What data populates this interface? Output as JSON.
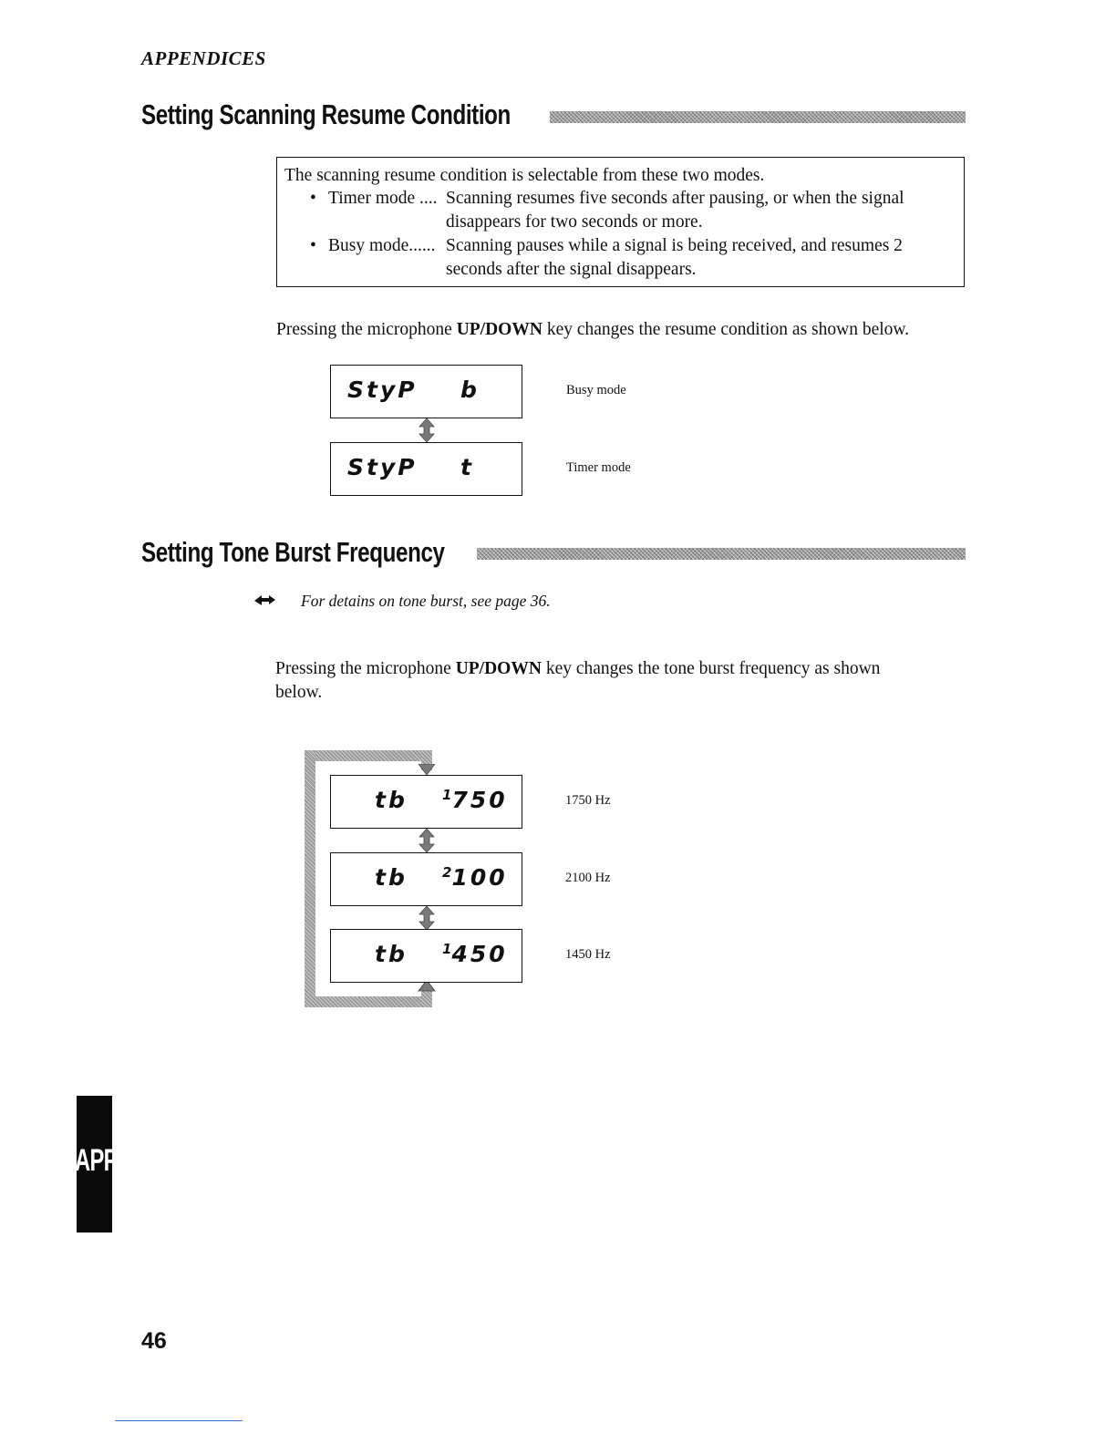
{
  "running_head": "APPENDICES",
  "section1": {
    "title": "Setting Scanning Resume Condition",
    "box": {
      "intro": "The scanning resume condition is selectable from these two modes.",
      "bullet": "•",
      "timer_term": "Timer mode ....",
      "timer_desc_1": "Scanning resumes five seconds after pausing, or when the signal",
      "timer_desc_2": "disappears for two seconds or more.",
      "busy_term": "Busy mode......",
      "busy_desc_1": "Scanning pauses while a signal is being received, and resumes 2",
      "busy_desc_2": "seconds after the signal disappears."
    },
    "para_pre": "Pressing the microphone ",
    "para_key": "UP/DOWN",
    "para_post": " key changes the resume condition as shown below.",
    "displays": [
      {
        "left": "StyP",
        "right": "b",
        "caption": "Busy mode"
      },
      {
        "left": "StyP",
        "right": "t",
        "caption": "Timer mode"
      }
    ]
  },
  "section2": {
    "title": "Setting Tone Burst Frequency",
    "note": "For detains on tone burst, see page 36.",
    "para_pre": "Pressing the microphone ",
    "para_key": "UP/DOWN",
    "para_post_1": " key changes the tone burst frequency as shown",
    "para_post_2": "below.",
    "displays": [
      {
        "left": "tb",
        "sup": "1",
        "right": "750",
        "caption": "1750 Hz"
      },
      {
        "left": "tb",
        "sup": "2",
        "right": "100",
        "caption": "2100 Hz"
      },
      {
        "left": "tb",
        "sup": "1",
        "right": "450",
        "caption": "1450 Hz"
      }
    ]
  },
  "side_tab": "APP.",
  "page_number": "46"
}
